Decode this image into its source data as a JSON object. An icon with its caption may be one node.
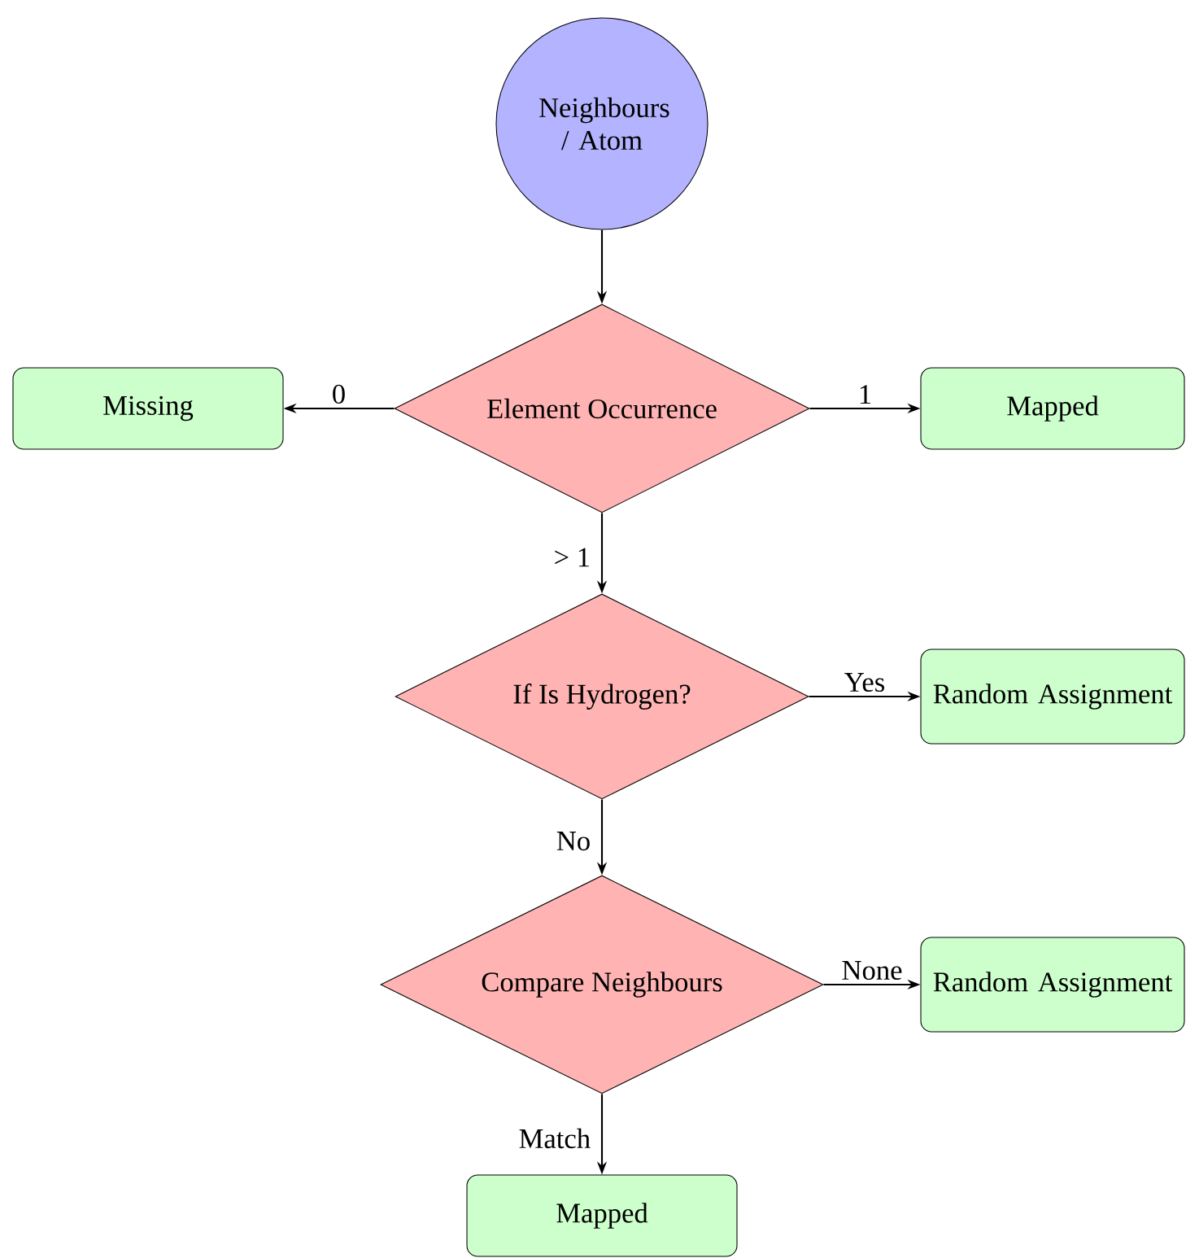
{
  "diagram": {
    "nodes": [
      {
        "text": [
          "Neighbours / Atom"
        ]
      },
      {
        "text": [
          "Element Occurrence"
        ]
      },
      {
        "text": [
          "Missing"
        ]
      },
      {
        "text": [
          "Mapped"
        ]
      },
      {
        "text": [
          "If Is Hydrogen?"
        ]
      },
      {
        "text": [
          "Random Assignment"
        ]
      },
      {
        "text": [
          "Compare Neighbours"
        ]
      },
      {
        "text": [
          "Random Assignment"
        ]
      },
      {
        "text": [
          "Mapped"
        ]
      }
    ],
    "edges": [
      {
        "from": 0,
        "to": 1,
        "arrow": "to"
      },
      {
        "from": 1,
        "to": 2,
        "arrow": "to",
        "label": "0"
      },
      {
        "from": 1,
        "to": 3,
        "arrow": "to",
        "label": "1"
      },
      {
        "from": 1,
        "to": 4,
        "arrow": "to",
        "label": "> 1"
      },
      {
        "from": 4,
        "to": 5,
        "arrow": "to",
        "label": "Yes"
      },
      {
        "from": 4,
        "to": 6,
        "arrow": "to",
        "label": "No"
      },
      {
        "from": 6,
        "to": 7,
        "arrow": "to",
        "label": "None"
      },
      {
        "from": 6,
        "to": 8,
        "arrow": "to",
        "label": "Match"
      }
    ]
  }
}
